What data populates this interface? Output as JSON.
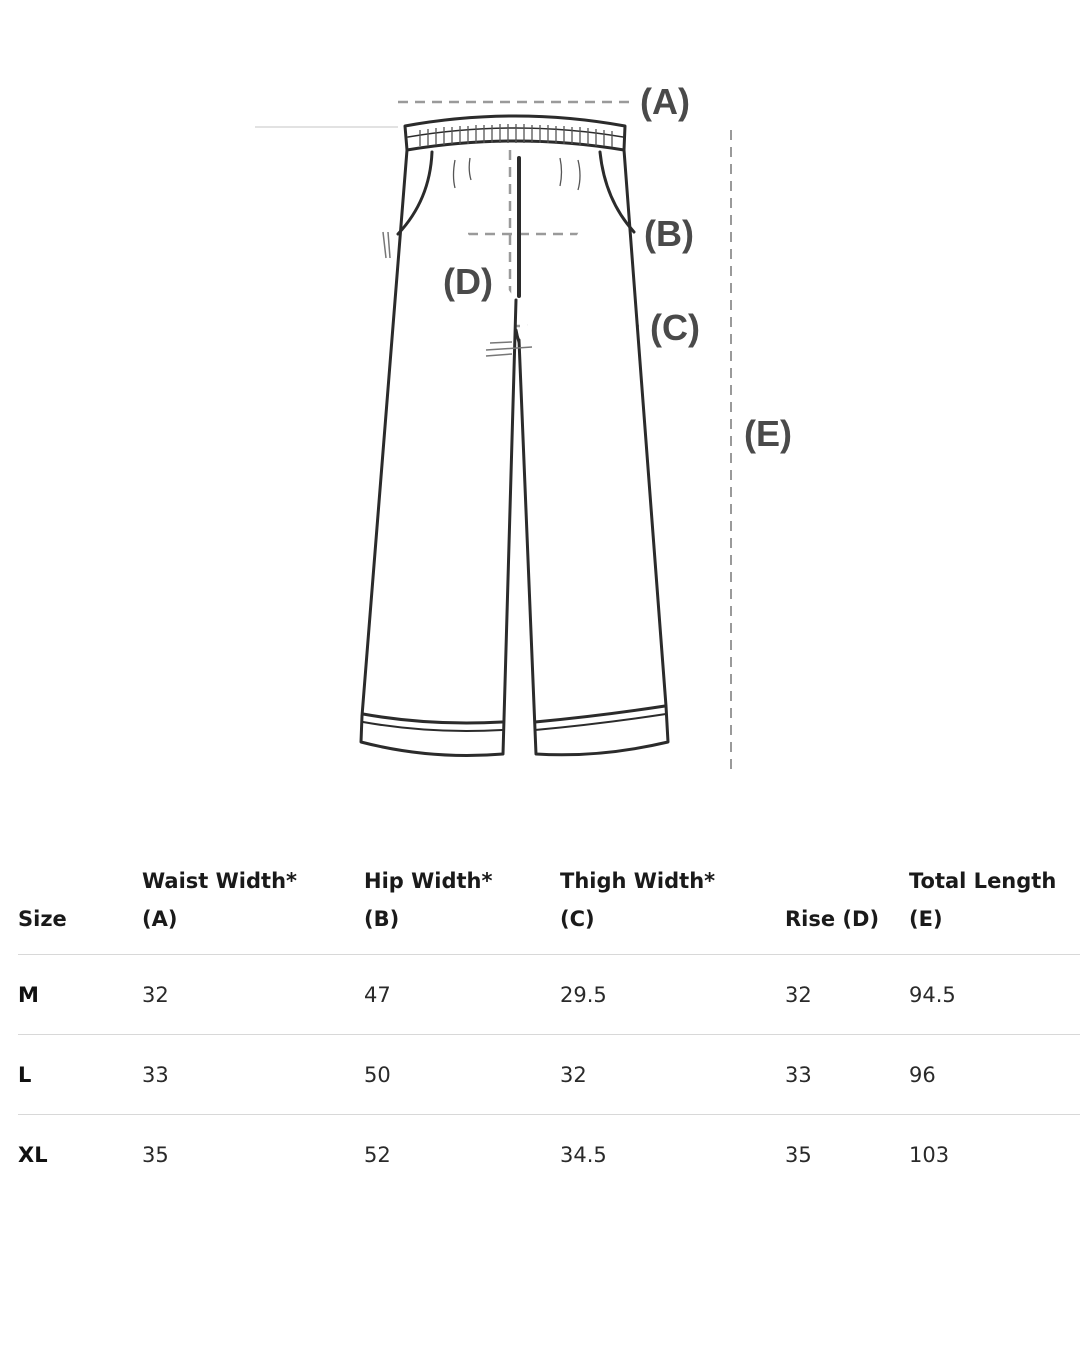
{
  "diagram": {
    "labels": {
      "a": "(A)",
      "b": "(B)",
      "c": "(C)",
      "d": "(D)",
      "e": "(E)"
    },
    "line_color": "#2b2b2b",
    "guide_color": "#9a9a9a"
  },
  "table": {
    "headers": [
      {
        "line1": "",
        "line2": "Size"
      },
      {
        "line1": "Waist Width*",
        "line2": "(A)"
      },
      {
        "line1": "Hip Width*",
        "line2": "(B)"
      },
      {
        "line1": "Thigh Width*",
        "line2": "(C)"
      },
      {
        "line1": "",
        "line2": "Rise (D)"
      },
      {
        "line1": "Total Length",
        "line2": "(E)"
      }
    ],
    "rows": [
      [
        "M",
        "32",
        "47",
        "29.5",
        "32",
        "94.5"
      ],
      [
        "L",
        "33",
        "50",
        "32",
        "33",
        "96"
      ],
      [
        "XL",
        "35",
        "52",
        "34.5",
        "35",
        "103"
      ]
    ]
  }
}
